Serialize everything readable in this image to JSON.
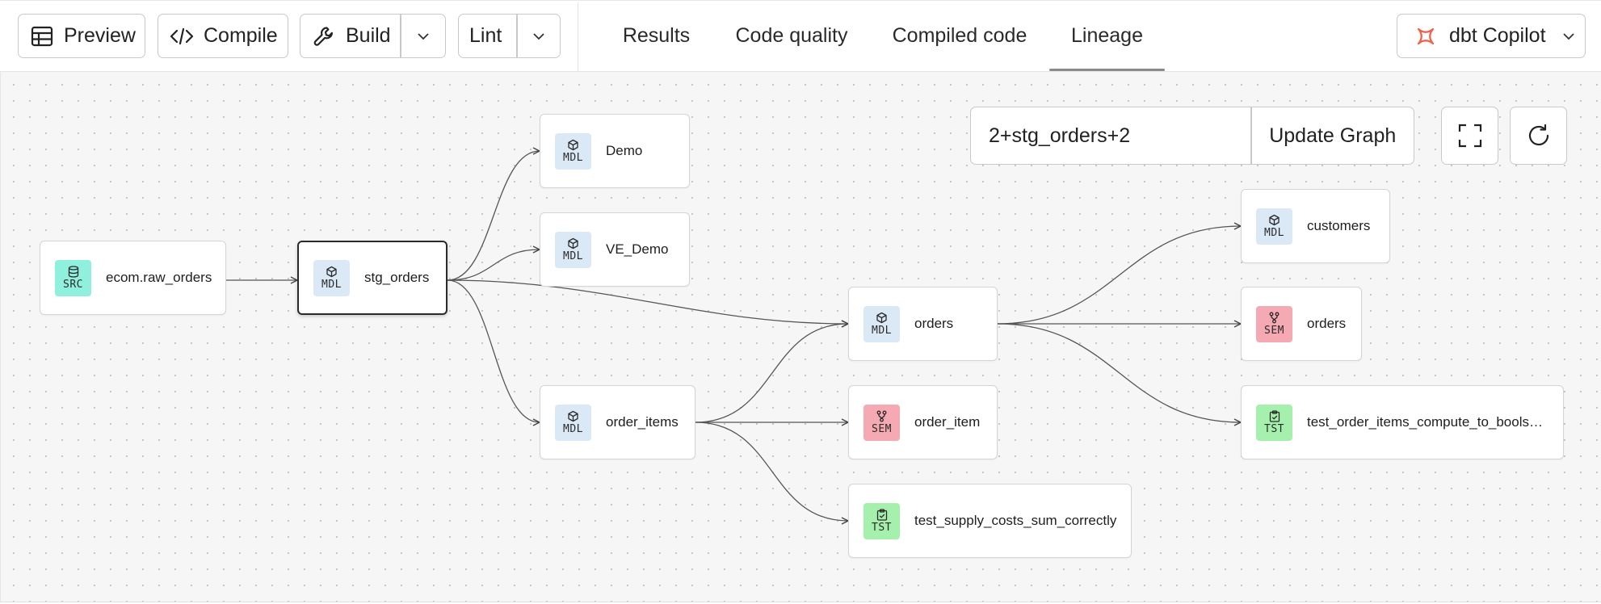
{
  "toolbar": {
    "preview_label": "Preview",
    "compile_label": "Compile",
    "build_label": "Build",
    "lint_label": "Lint"
  },
  "tabs": [
    {
      "label": "Results",
      "active": false
    },
    {
      "label": "Code quality",
      "active": false
    },
    {
      "label": "Compiled code",
      "active": false
    },
    {
      "label": "Lineage",
      "active": true
    }
  ],
  "copilot": {
    "label": "dbt Copilot"
  },
  "graph": {
    "selector_value": "2+stg_orders+2",
    "update_label": "Update Graph",
    "nodes": [
      {
        "badge": "SRC",
        "label": "ecom.raw_orders"
      },
      {
        "badge": "MDL",
        "label": "stg_orders",
        "selected": true
      },
      {
        "badge": "MDL",
        "label": "Demo"
      },
      {
        "badge": "MDL",
        "label": "VE_Demo"
      },
      {
        "badge": "MDL",
        "label": "order_items"
      },
      {
        "badge": "MDL",
        "label": "orders"
      },
      {
        "badge": "SEM",
        "label": "order_item"
      },
      {
        "badge": "TST",
        "label": "test_supply_costs_sum_correctly"
      },
      {
        "badge": "MDL",
        "label": "customers"
      },
      {
        "badge": "SEM",
        "label": "orders"
      },
      {
        "badge": "TST",
        "label": "test_order_items_compute_to_bools_c..."
      }
    ]
  },
  "colors": {
    "mdl_badge": "#dbe9f7",
    "src_badge": "#8ff0dd",
    "sem_badge": "#f4a9b3",
    "tst_badge": "#a6f0ad",
    "copilot_icon": "#f0604a"
  },
  "icons": {
    "preview": "table-icon",
    "compile": "code-icon",
    "build": "wrench-icon",
    "copilot": "copilot-sparkle-icon",
    "fullscreen": "fullscreen-icon",
    "refresh": "refresh-icon"
  }
}
